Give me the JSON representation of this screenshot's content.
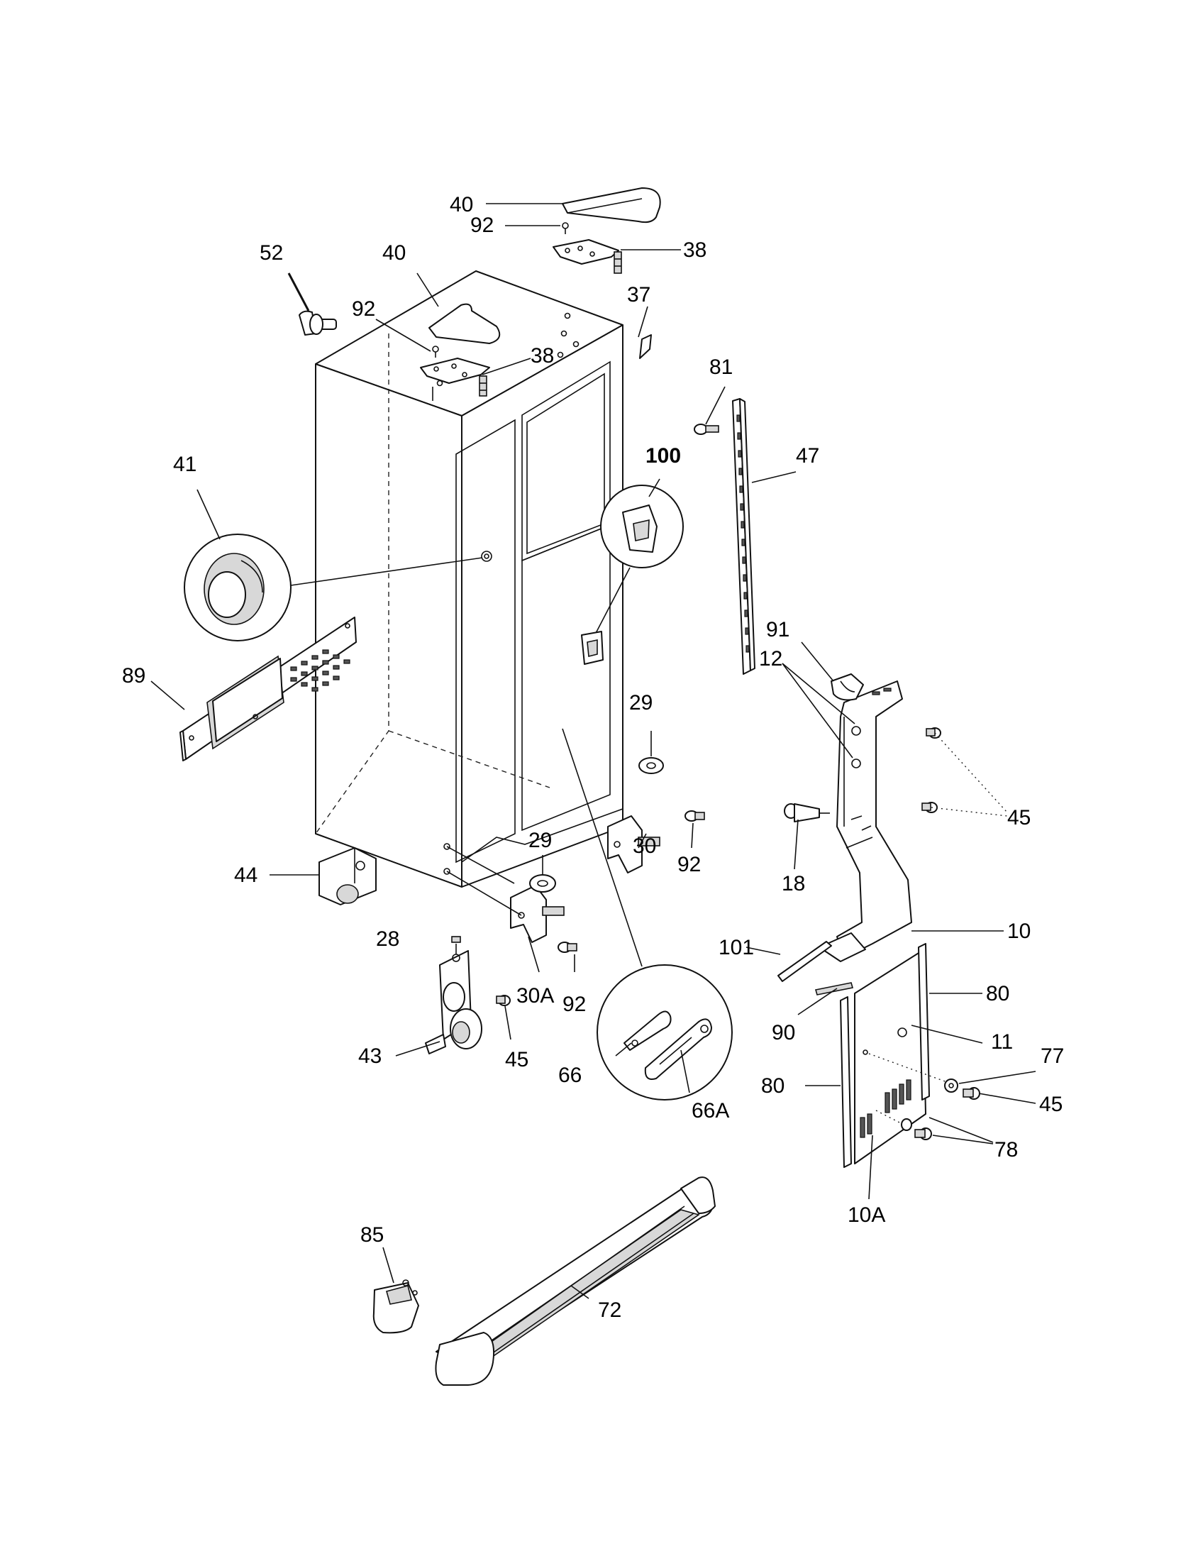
{
  "callouts": {
    "c40a": "40",
    "c92a": "92",
    "c38a": "38",
    "c37": "37",
    "c52": "52",
    "c40b": "40",
    "c92b": "92",
    "c38b": "38",
    "c81": "81",
    "c100": "100",
    "c47": "47",
    "c41": "41",
    "c91": "91",
    "c12": "12",
    "c89": "89",
    "c29a": "29",
    "c45a": "45",
    "c30": "30",
    "c92c": "92",
    "c18": "18",
    "c29b": "29",
    "c44": "44",
    "c10": "10",
    "c28": "28",
    "c101": "101",
    "c30a": "30A",
    "c92d": "92",
    "c80a": "80",
    "c90": "90",
    "c11": "11",
    "c43": "43",
    "c45b": "45",
    "c66": "66",
    "c77": "77",
    "c80b": "80",
    "c45c": "45",
    "c66a": "66A",
    "c78": "78",
    "c10a": "10A",
    "c85": "85",
    "c72": "72"
  }
}
